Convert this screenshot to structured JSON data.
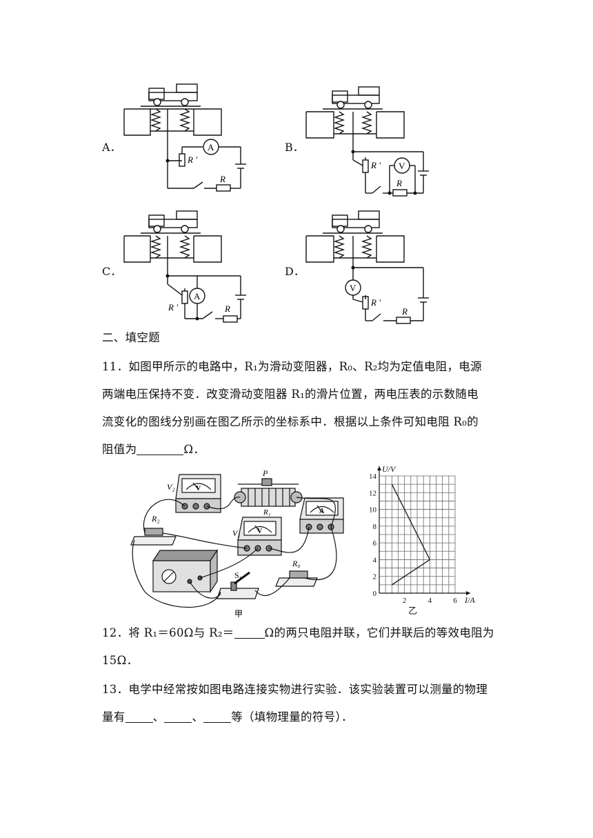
{
  "options": [
    {
      "label": "A．",
      "meter": "A",
      "resistor_var": "R '",
      "resistor_fixed": "R"
    },
    {
      "label": "B．",
      "meter": "V",
      "resistor_var": "R '",
      "resistor_fixed": "R"
    },
    {
      "label": "C．",
      "meter": "A",
      "resistor_var": "R '",
      "resistor_fixed": "R"
    },
    {
      "label": "D．",
      "meter": "V",
      "resistor_var": "R '",
      "resistor_fixed": "R"
    }
  ],
  "section_title": "二、填空题",
  "q11": {
    "line1": "11．如图甲所示的电路中，R₁为滑动变阻器，R₀、R₂均为定值电阻，电源",
    "line2": "两端电压保持不变．改变滑动变阻器 R₁的滑片位置，两电压表的示数随电",
    "line3": "流变化的图线分别画在图乙所示的坐标系中．根据以上条件可知电阻 R₀的",
    "line4_pre": "阻值为",
    "line4_post": "Ω．"
  },
  "figure_jia": {
    "caption": "甲",
    "labels": {
      "v2": "V₂",
      "v1": "V₁",
      "p": "P",
      "r1": "R₁",
      "r2": "R₂",
      "r0": "R₀",
      "s1": "S₁",
      "v_face": "V",
      "a_face": "A"
    }
  },
  "figure_yi": {
    "caption": "乙"
  },
  "chart_data": {
    "type": "line",
    "xlabel": "I/A",
    "ylabel": "U/V",
    "xlim": [
      0,
      6
    ],
    "ylim": [
      0,
      14
    ],
    "x_ticks": [
      "2",
      "4",
      "6"
    ],
    "y_ticks": [
      "0",
      "2",
      "4",
      "6",
      "8",
      "10",
      "12",
      "14"
    ],
    "grid": true,
    "series": [
      {
        "values": [
          [
            1,
            13
          ],
          [
            4,
            4
          ]
        ]
      },
      {
        "values": [
          [
            1,
            1
          ],
          [
            4,
            4
          ]
        ]
      }
    ]
  },
  "q12": {
    "pre": "12．将 R₁＝60Ω与 R₂＝",
    "post": "Ω的两只电阻并联，它们并联后的等效电阻为",
    "line2": "15Ω．"
  },
  "q13": {
    "line1": "13．电学中经常按如图电路连接实物进行实验．该实验装置可以测量的物理",
    "pre": "量有",
    "sep1": "、",
    "sep2": "、",
    "post": "等（填物理量的符号）．"
  }
}
